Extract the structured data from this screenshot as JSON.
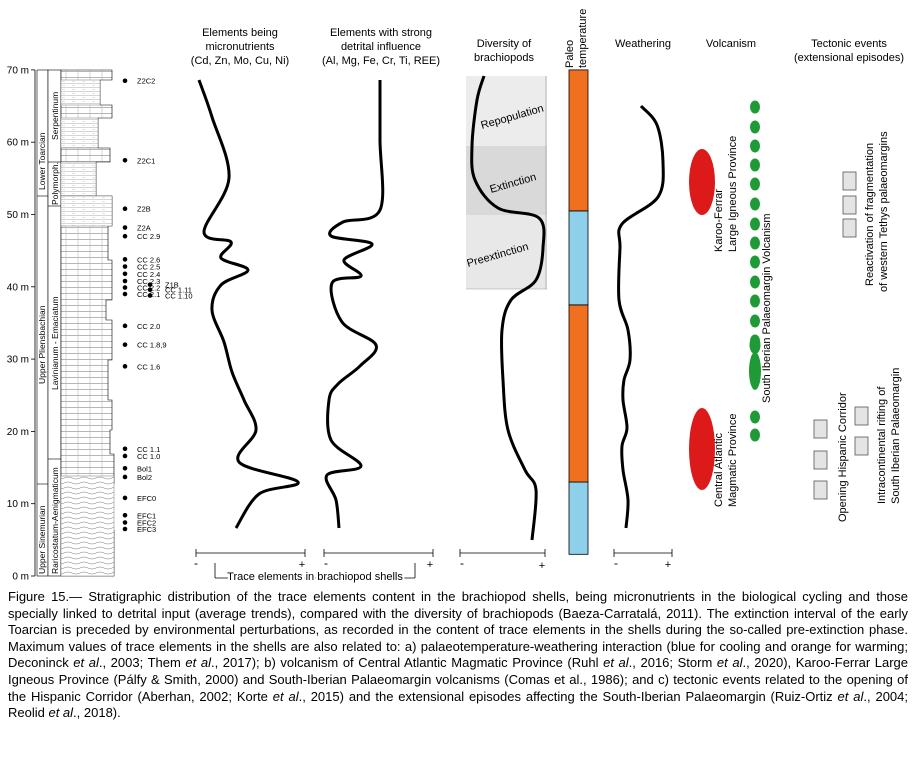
{
  "figure": {
    "depth_unit_labels": [
      "0 m",
      "10 m",
      "20 m",
      "30 m",
      "40 m",
      "50 m",
      "60 m",
      "70 m"
    ],
    "stages": {
      "lower_toarcian": "Lower Toarcian",
      "upper_pliensbachian": "Upper Pliensbachian",
      "upper_sinemurian": "Upper Sinemurian"
    },
    "zones": {
      "serpentinum": "Serpentinum",
      "polymorph": "Polymorph.",
      "lavinianum_emaciatum": "Lavinianum - Emaciatum",
      "raricostatum": "Raricostatum-Aenigmaticum"
    },
    "samples": [
      {
        "label": "Z2C2",
        "depth": 68.5
      },
      {
        "label": "Z2C1",
        "depth": 57.5
      },
      {
        "label": "Z2B",
        "depth": 50.8
      },
      {
        "label": "Z2A",
        "depth": 48.2
      },
      {
        "label": "CC 2.9",
        "depth": 47.0
      },
      {
        "label": "CC 2.6",
        "depth": 43.8
      },
      {
        "label": "CC 2.5",
        "depth": 42.8
      },
      {
        "label": "CC 2.4",
        "depth": 41.8
      },
      {
        "label": "CC 2.3",
        "depth": 40.8
      },
      {
        "label": "CC 2.2",
        "depth": 39.9
      },
      {
        "label": "CC 2.1",
        "depth": 39.0
      },
      {
        "label": "Z1B",
        "depth": 40.3
      },
      {
        "label": "CC 1.11",
        "depth": 39.6
      },
      {
        "label": "CC 1.10",
        "depth": 38.8
      },
      {
        "label": "CC 2.0",
        "depth": 34.6
      },
      {
        "label": "CC 1.8,9",
        "depth": 32.0
      },
      {
        "label": "CC 1.6",
        "depth": 29.0
      },
      {
        "label": "CC 1.1",
        "depth": 17.6
      },
      {
        "label": "CC 1.0",
        "depth": 16.6
      },
      {
        "label": "Bol1",
        "depth": 14.9
      },
      {
        "label": "Bol2",
        "depth": 13.7
      },
      {
        "label": "EFC0",
        "depth": 10.8
      },
      {
        "label": "EFC1",
        "depth": 8.4
      },
      {
        "label": "EFC2",
        "depth": 7.4
      },
      {
        "label": "EFC3",
        "depth": 6.5
      }
    ],
    "columns": {
      "micro": {
        "title_lines": [
          "Elements being",
          "micronutrients",
          "(Cd, Zn, Mo, Cu, Ni)"
        ]
      },
      "detrital": {
        "title_lines": [
          "Elements with strong",
          "detrital influence",
          "(Al, Mg, Fe, Cr, Ti, REE)"
        ]
      },
      "diversity": {
        "title_lines": [
          "Diversity of",
          "brachiopods"
        ]
      },
      "paleotemp": {
        "title_lines": [
          "Paleo",
          "temperature"
        ]
      },
      "weathering": {
        "title_lines": [
          "Weathering"
        ]
      },
      "volcanism": {
        "title_lines": [
          "Volcanism"
        ]
      },
      "tectonic": {
        "title_lines": [
          "Tectonic events",
          "(extensional episodes)"
        ]
      }
    },
    "axis": {
      "minus": "-",
      "plus": "+",
      "trace_label": "Trace elements in brachiopod shells"
    },
    "diversity_phases": {
      "repopulation": "Repopulation",
      "extinction": "Extinction",
      "preextinction": "Preextinction"
    },
    "paleotemp_bands": [
      {
        "from": 3,
        "to": 13,
        "state": "cooling",
        "color": "#8ecfea"
      },
      {
        "from": 13,
        "to": 37.5,
        "state": "warming",
        "color": "#f07020"
      },
      {
        "from": 37.5,
        "to": 50.5,
        "state": "cooling",
        "color": "#8ecfea"
      },
      {
        "from": 50.5,
        "to": 70,
        "state": "warming",
        "color": "#f07020"
      }
    ],
    "volcanism_labels": {
      "karoo": [
        "Karoo-Ferrar",
        "Large Igneous Province"
      ],
      "camp": [
        "Central Atlantic",
        "Magmatic Province"
      ],
      "south_iberian": "South Iberian Palaeomargin Volcanism"
    },
    "tectonic_labels": {
      "reactivation": [
        "Reactivation of fragmentation",
        "of western Tethys palaeomargins"
      ],
      "hispanic": "Opening Hispanic Corridor",
      "intracontinental": [
        "Intracontinental rifting of",
        "South Iberian Palaeomargin"
      ]
    },
    "colors": {
      "orange_band": "#f07020",
      "blue_band": "#8ecfea",
      "red_ellipse": "#dd1a1a",
      "green_dot": "#1e9a36",
      "phase_repop": "#ececec",
      "phase_ext": "#d9d9d9",
      "phase_pre": "#e8e8e8"
    }
  },
  "caption": {
    "p1": "Figure 15.— Stratigraphic distribution of the trace elements content in the brachiopod shells, being micronutrients in the biological cycling and those specially linked to detrital input (average trends), compared with the diversity of brachiopods (Baeza-Carratalá, 2011). The extinction interval of the early Toarcian is preceded by environmental perturbations, as recorded in the content of trace elements in the shells during the so-called pre-extinction phase. Maximum values of trace elements in the shells are also related to: a) palaeotemperature-weathering interaction (blue for cooling and orange for warming; Deconinck ",
    "et_al_1": "et al",
    "p2": "., 2003; Them ",
    "et_al_2": "et al",
    "p3": "., 2017); b) volcanism of Central Atlantic Magmatic Province (Ruhl ",
    "et_al_3": "et al",
    "p4": "., 2016; Storm ",
    "et_al_4": "et al",
    "p5": "., 2020), Karoo-Ferrar Large Igneous Province (Pálfy & Smith, 2000) and South-Iberian Palaeomargin volcanisms (Comas et al., 1986); and c) tectonic events related to the opening of the Hispanic Corridor (Aberhan, 2002; Korte ",
    "et_al_5": "et al",
    "p6": "., 2015) and the extensional episodes affecting the South-Iberian Palaeomargin (Ruiz-Ortiz ",
    "et_al_6": "et al",
    "p7": "., 2004; Reolid ",
    "et_al_7": "et al",
    "p8": "., 2018)."
  }
}
